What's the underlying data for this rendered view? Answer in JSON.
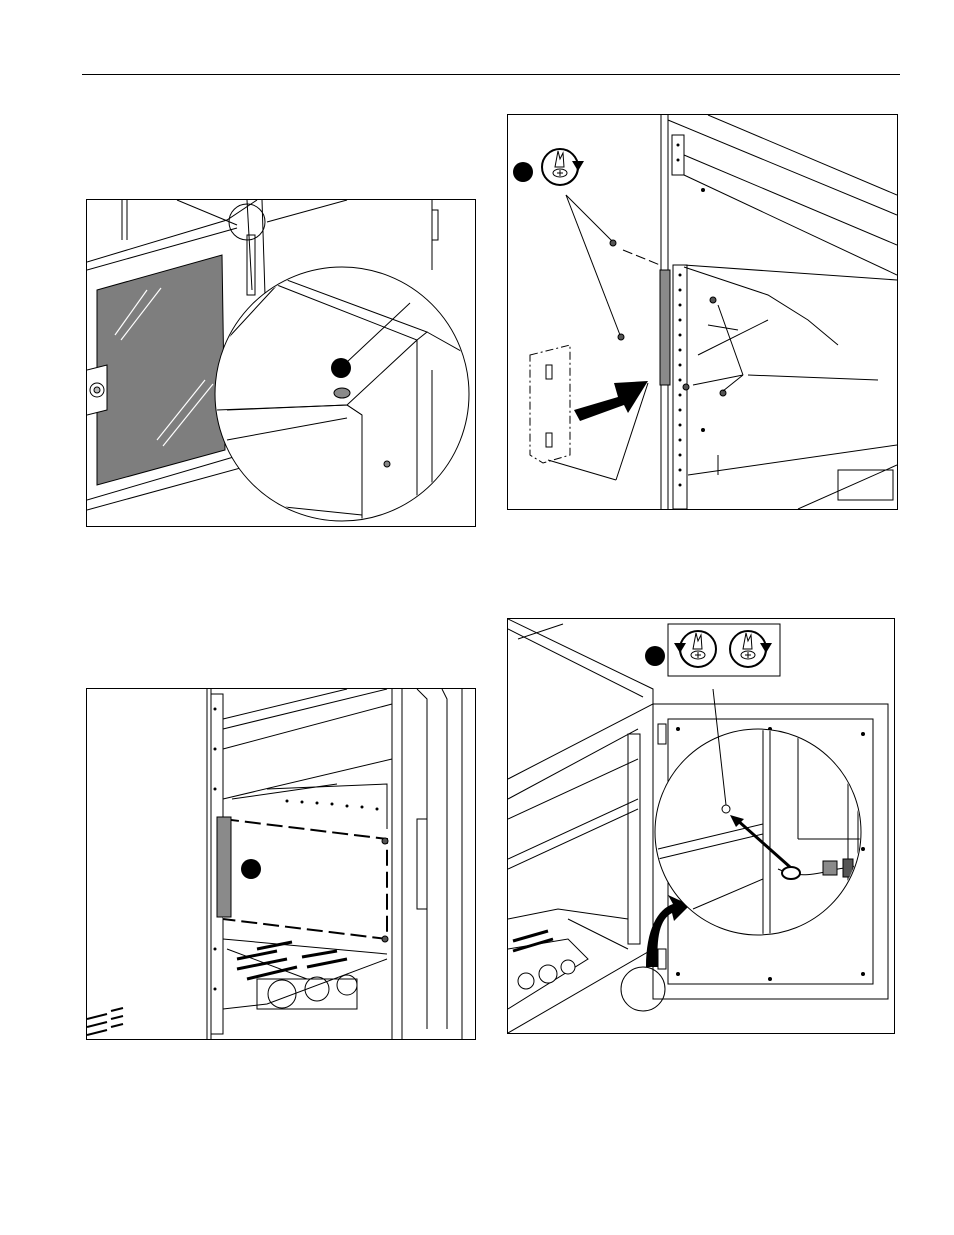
{
  "page": {
    "figures": [
      {
        "id": "fig1",
        "callouts": []
      },
      {
        "id": "fig2",
        "callouts": [],
        "icons": [
          "screw-tighten-icon"
        ]
      },
      {
        "id": "fig3",
        "callouts": []
      },
      {
        "id": "fig4",
        "callouts": [],
        "icons": [
          "screw-loosen-icon",
          "screw-tighten-icon"
        ]
      }
    ]
  },
  "colors": {
    "line": "#000000",
    "fill_dark": "#7a7a7a",
    "fill_mid": "#a0a0a0",
    "paper": "#ffffff"
  }
}
